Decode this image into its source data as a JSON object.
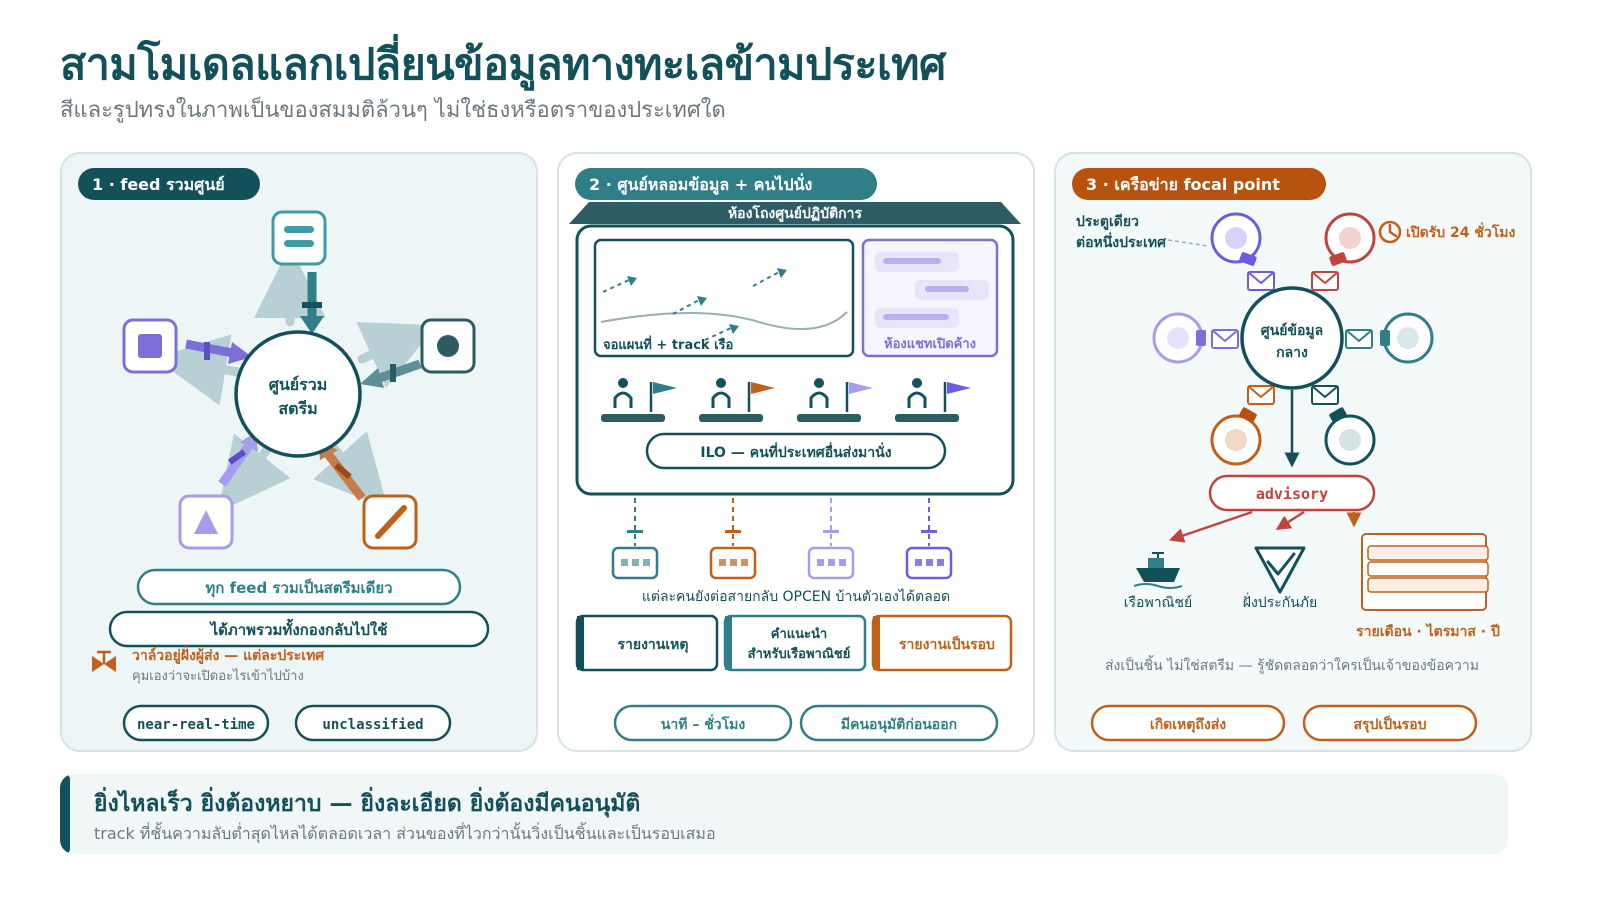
{
  "header": {
    "title": "สามโมเดลแลกเปลี่ยนข้อมูลทางทะเลข้ามประเทศ",
    "subtitle": "สีและรูปทรงในภาพเป็นของสมมติล้วนๆ ไม่ใช่ธงหรือตราของประเทศใด"
  },
  "colors": {
    "dark_teal": "#13515a",
    "teal": "#2e7f88",
    "orange": "#c0601a",
    "purple": "#7b6fd8",
    "red": "#c0433e",
    "grey_arrow": "#b8cfd4"
  },
  "panel1": {
    "badge": "1 · feed รวมศูนย์",
    "hub_line1": "ศูนย์รวม",
    "hub_line2": "สตรีม",
    "pill_all_feeds": "ทุก feed รวมเป็นสตรีมเดียว",
    "pill_fleet_view": "ได้ภาพรวมทั้งกองกลับไปใช้",
    "valve_icon": "valve-icon",
    "valve_note": "วาล์วอยู่ฝั่งผู้ส่ง — แต่ละประเทศ",
    "valve_subnote": "คุมเองว่าจะเปิดอะไรเข้าไปบ้าง",
    "tags": [
      "near-real-time",
      "unclassified"
    ]
  },
  "panel2": {
    "badge": "2 · ศูนย์หลอมข้อมูล + คนไปนั่ง",
    "room_label": "ห้องโถงศูนย์ปฏิบัติการ",
    "map_label": "จอแผนที่ + track เรือ",
    "chat_label": "ห้องแชทเปิดค้าง",
    "ilo_label": "ILO — คนที่ประเทศอื่นส่งมานั่ง",
    "caption": "แต่ละคนยังต่อสายกลับ OPCEN บ้านตัวเองได้ตลอด",
    "outputs": [
      "รายงานเหตุ",
      "คำแนะนำ",
      "สำหรับเรือพาณิชย์",
      "รายงานเป็นรอบ"
    ],
    "tags": [
      "นาที – ชั่วโมง",
      "มีคนอนุมัติก่อนออก"
    ]
  },
  "panel3": {
    "badge": "3 · เครือข่าย focal point",
    "door_note_line1": "ประตูเดียว",
    "door_note_line2": "ต่อหนึ่งประเทศ",
    "open_note": "เปิดรับ 24 ชั่วโมง",
    "clock_icon": "clock-icon",
    "hub_line1": "ศูนย์ข้อมูล",
    "hub_line2": "กลาง",
    "advisory": "advisory",
    "ship_label": "เรือพาณิชย์",
    "shore_label": "ฝั่งประกันภัย",
    "report_label": "รายเดือน · ไตรมาส · ปี",
    "caption": "ส่งเป็นชิ้น ไม่ใช่สตรีม — รู้ชัดตลอดว่าใครเป็นเจ้าของข้อความ",
    "tags": [
      "เกิดเหตุถึงส่ง",
      "สรุปเป็นรอบ"
    ]
  },
  "footer": {
    "headline": "ยิ่งไหลเร็ว ยิ่งต้องหยาบ — ยิ่งละเอียด ยิ่งต้องมีคนอนุมัติ",
    "subline": "track ที่ชั้นความลับต่ำสุดไหลได้ตลอดเวลา ส่วนของที่ไวกว่านั้นวิ่งเป็นชิ้นและเป็นรอบเสมอ"
  }
}
